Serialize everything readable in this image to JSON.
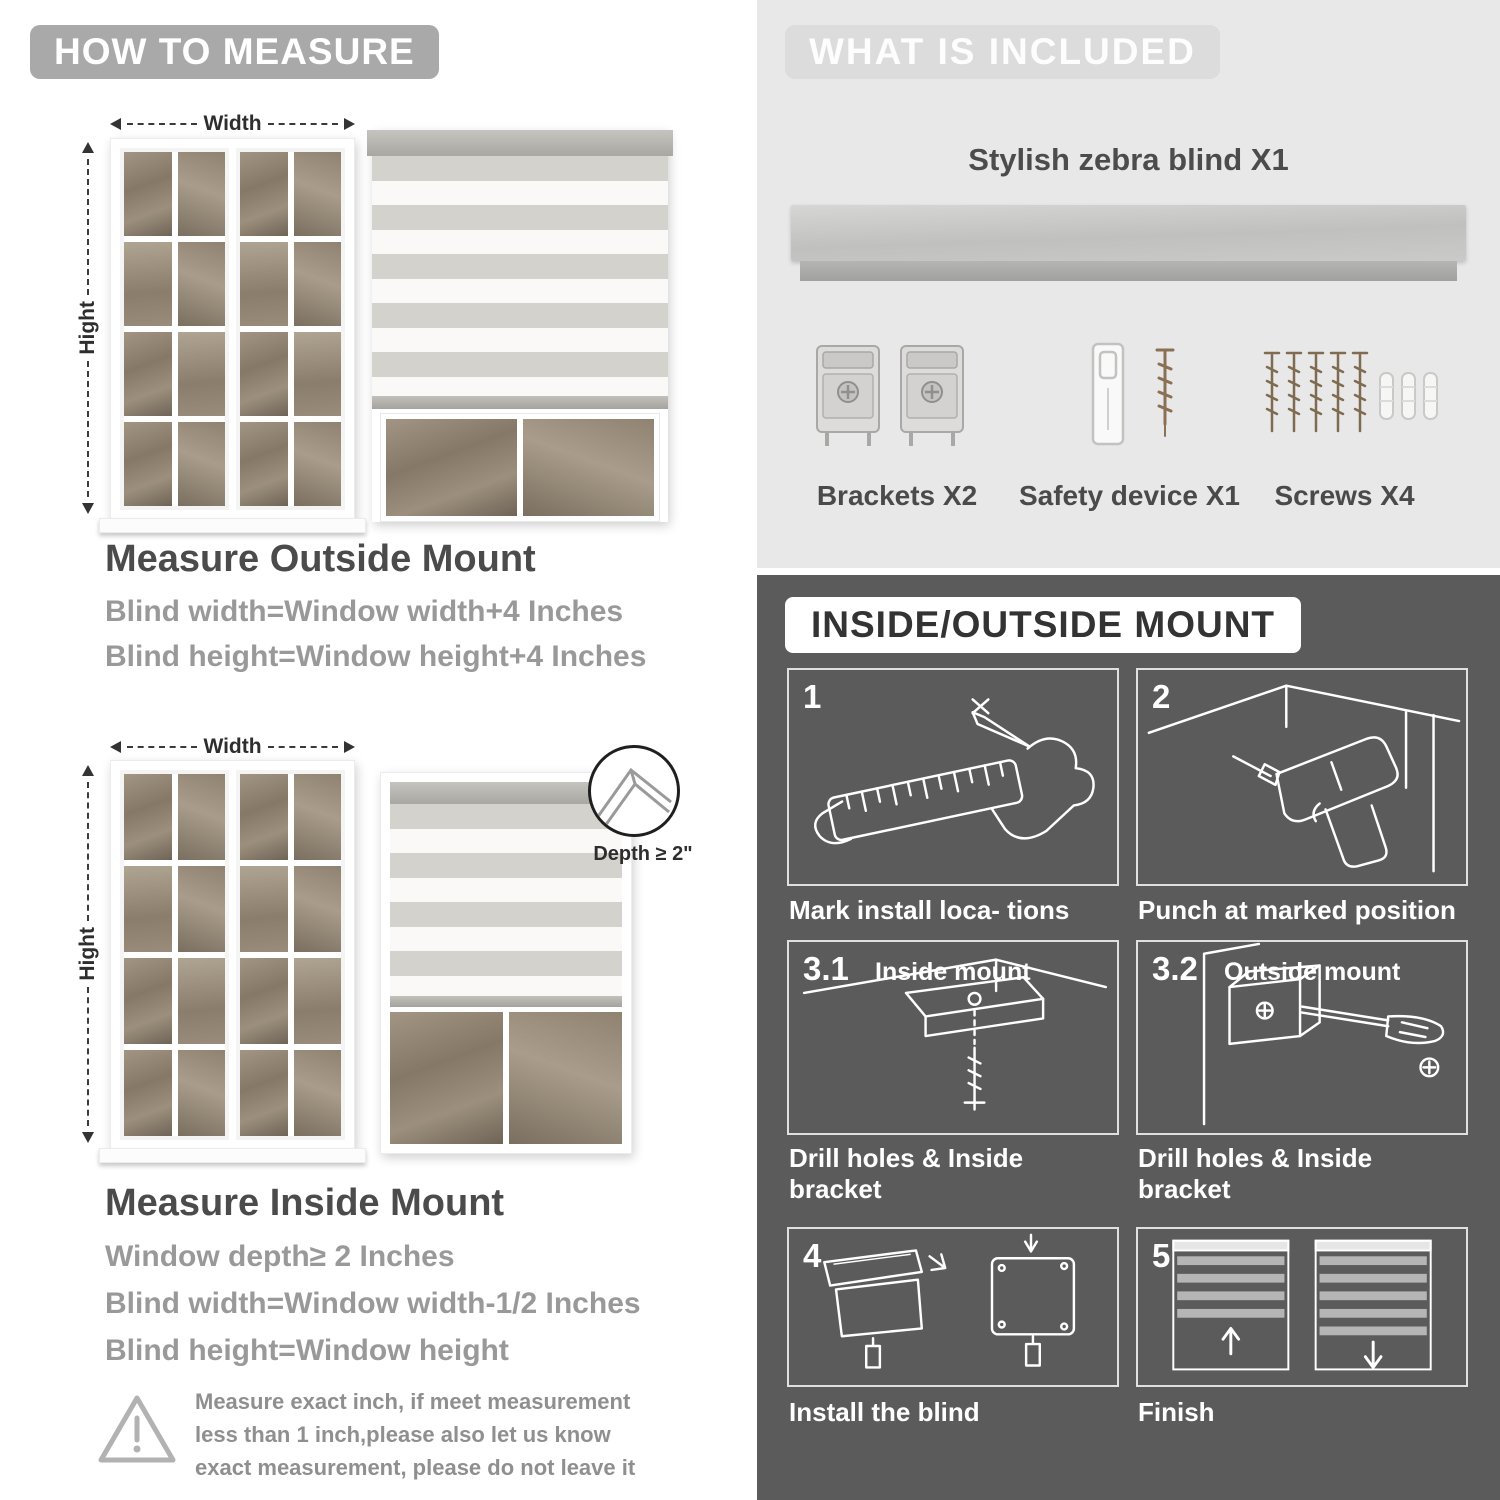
{
  "colors": {
    "banner_gray": "#a9a9a9",
    "panel_light": "#e8e8e8",
    "panel_dark": "#5b5b5b"
  },
  "left": {
    "header": "HOW TO MEASURE",
    "outside": {
      "width_label": "Width",
      "height_label": "Hight",
      "title": "Measure Outside Mount",
      "line1": "Blind width=Window width+4 Inches",
      "line2": "Blind height=Window height+4 Inches"
    },
    "inside": {
      "width_label": "Width",
      "height_label": "Hight",
      "depth_label": "Depth ≥ 2\"",
      "title": "Measure Inside Mount",
      "line1": "Window depth≥ 2 Inches",
      "line2": "Blind width=Window width-1/2 Inches",
      "line3": "Blind height=Window height"
    },
    "warning_text": "Measure exact inch, if meet measurement less than 1 inch,please also let us know exact measurement, please do not leave it"
  },
  "included": {
    "header": "WHAT IS INCLUDED",
    "blind_label": "Stylish zebra blind X1",
    "items": [
      {
        "label": "Brackets X2"
      },
      {
        "label": "Safety device X1"
      },
      {
        "label": "Screws X4"
      }
    ]
  },
  "mount": {
    "header": "INSIDE/OUTSIDE MOUNT",
    "steps": [
      {
        "num": "1",
        "sub": "",
        "caption": "Mark install loca- tions"
      },
      {
        "num": "2",
        "sub": "",
        "caption": "Punch at  marked position"
      },
      {
        "num": "3.1",
        "sub": "Inside mount",
        "caption": "Drill holes &  Inside bracket"
      },
      {
        "num": "3.2",
        "sub": "Outside mount",
        "caption": "Drill holes &  Inside bracket"
      },
      {
        "num": "4",
        "sub": "",
        "caption": "Install the blind"
      },
      {
        "num": "5",
        "sub": "",
        "caption": "Finish"
      }
    ]
  }
}
